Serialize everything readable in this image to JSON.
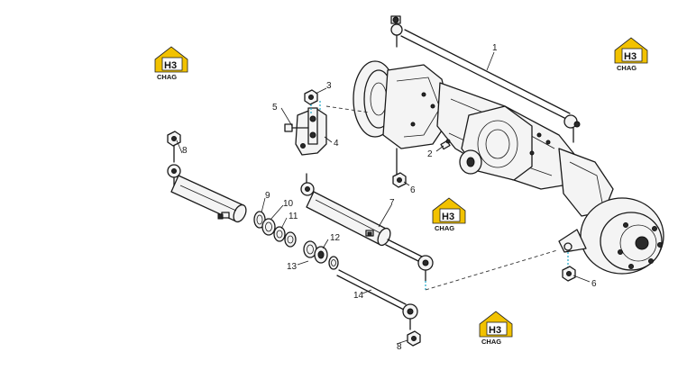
{
  "callouts": [
    {
      "id": "c1",
      "label": "1"
    },
    {
      "id": "c2",
      "label": "2"
    },
    {
      "id": "c3",
      "label": "3"
    },
    {
      "id": "c4",
      "label": "4"
    },
    {
      "id": "c5",
      "label": "5"
    },
    {
      "id": "c6a",
      "label": "6"
    },
    {
      "id": "c6b",
      "label": "6"
    },
    {
      "id": "c7",
      "label": "7"
    },
    {
      "id": "c8a",
      "label": "8"
    },
    {
      "id": "c8b",
      "label": "8"
    },
    {
      "id": "c9",
      "label": "9"
    },
    {
      "id": "c10",
      "label": "10"
    },
    {
      "id": "c11",
      "label": "11"
    },
    {
      "id": "c12",
      "label": "12"
    },
    {
      "id": "c13",
      "label": "13"
    },
    {
      "id": "c14",
      "label": "14"
    }
  ],
  "watermark": {
    "mark": "H3",
    "text": "CHAG"
  },
  "colors": {
    "line": "#1a1a1a",
    "logo_yellow": "#f2c200",
    "leader_cyan": "#1aa6c8"
  }
}
